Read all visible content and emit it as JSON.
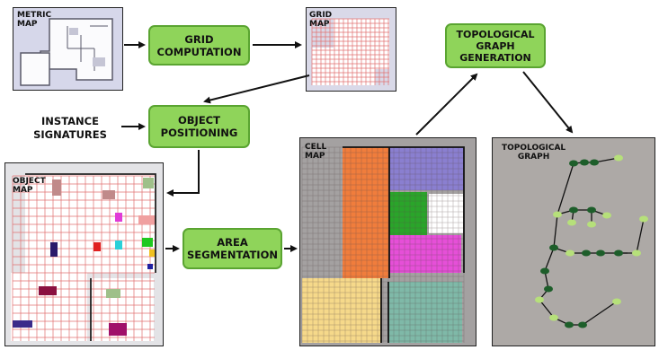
{
  "panels": {
    "metric_map": {
      "label": "METRIC\nMAP"
    },
    "grid_map": {
      "label": "GRID\nMAP"
    },
    "object_map": {
      "label": "OBJECT\nMAP"
    },
    "cell_map": {
      "label": "CELL\nMAP"
    },
    "topological_graph": {
      "label": "TOPOLOGICAL\nGRAPH"
    }
  },
  "steps": {
    "grid_computation": "GRID\nCOMPUTATION",
    "object_positioning": "OBJECT\nPOSITIONING",
    "area_segmentation": "AREA\nSEGMENTATION",
    "topological_graph_generation": "TOPOLOGICAL\nGRAPH\nGENERATION"
  },
  "inputs": {
    "instance_signatures": "INSTANCE\nSIGNATURES"
  },
  "colors": {
    "step_fill": "#8fd45a",
    "step_border": "#5aa431",
    "grid_line": "#e07070",
    "node_dark": "#1d5e2a",
    "node_light": "#b6e07a",
    "region_orange": "#f07d3c",
    "region_purple": "#8a7fd0",
    "region_green": "#2aa52a",
    "region_magenta": "#e64fd8",
    "region_yellow": "#f6d98a",
    "region_teal": "#7fb9a8"
  }
}
